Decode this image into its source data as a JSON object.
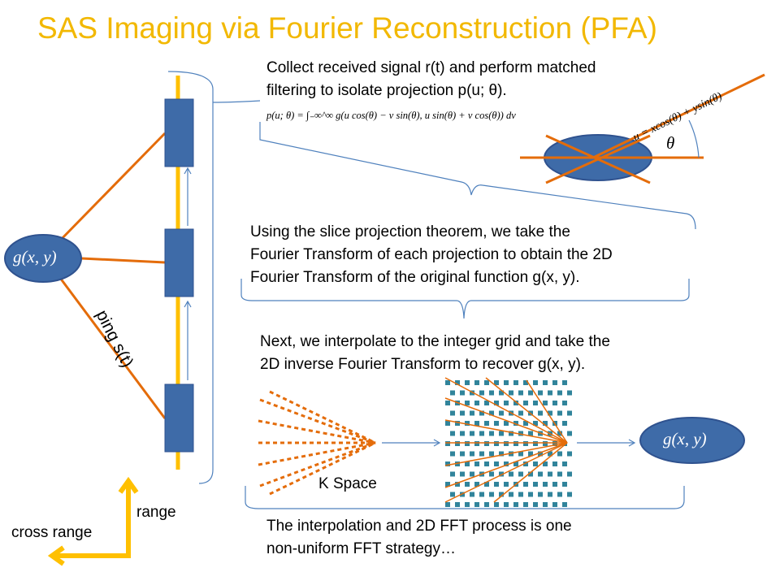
{
  "slide": {
    "title": "SAS Imaging via Fourier Reconstruction (PFA)",
    "step1": {
      "line1": "Collect received signal r(t) and perform matched",
      "line2": "filtering to isolate projection p(u; θ).",
      "equation": "p(u; θ) = ∫₋∞^∞ g(u cos(θ) − v sin(θ), u sin(θ) + v cos(θ)) dv"
    },
    "rotated_axis_label": "u = xcos(θ) + ysin(θ)",
    "theta_label": "θ",
    "step2": {
      "line1": "Using the slice projection theorem, we take the",
      "line2": "Fourier Transform of each projection  to obtain the 2D",
      "line3": "Fourier Transform of the original function g(x, y)."
    },
    "step3": {
      "line1": "Next, we interpolate to the integer grid and take the",
      "line2": "2D inverse Fourier Transform to recover g(x, y)."
    },
    "kspace_label": "K Space",
    "target_label": "g(x, y)",
    "output_label": "g(x, y)",
    "ping_label": "ping s(t)",
    "range_label": "range",
    "cross_range_label": "cross range",
    "conclusion": {
      "line1": "The interpolation and 2D FFT process is one",
      "line2": "non-uniform FFT strategy…"
    },
    "colors": {
      "title": "#F2B800",
      "track": "#FFC000",
      "orange": "#E46C0A",
      "blue_fill": "#3E6BA8",
      "blue_stroke": "#2F528F",
      "teal": "#31849B",
      "thin_line": "#4F81BD"
    }
  }
}
